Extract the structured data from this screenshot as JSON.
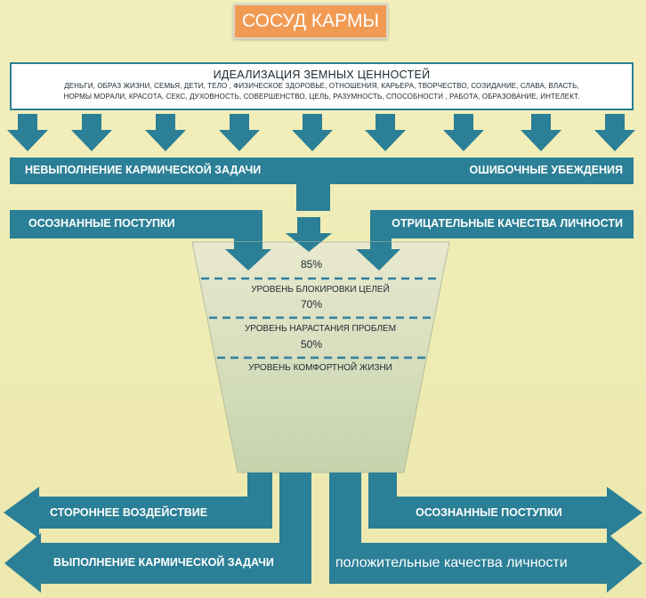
{
  "title": "СОСУД КАРМЫ",
  "idealization": {
    "title": "ИДЕАЛИЗАЦИЯ ЗЕМНЫХ ЦЕННОСТЕЙ",
    "line1": "ДЕНЬГИ,  ОБРАЗ ЖИЗНИ, СЕМЬЯ, ДЕТИ, ТЕЛО , ФИЗИЧЕСКОЕ ЗДОРОВЬЕ, ОТНОШЕНИЯ, КАРЬЕРА, ТВОРЧЕСТВО, СОЗИДАНИЕ, СЛАВА, ВЛАСТЬ,",
    "line2": "НОРМЫ МОРАЛИ, КРАСОТА, СЕКС, ДУХОВНОСТЬ, СОВЕРШЕНСТВО, ЦЕЛЬ, РАЗУМНОСТЬ, СПОСОБНОСТИ , РАБОТА, ОБРАЗОВАНИЕ, ИНТЕЛЕКТ."
  },
  "bar1": {
    "left": "НЕВЫПОЛНЕНИЕ КАРМИЧЕСКОЙ ЗАДАЧИ",
    "right": "ОШИБОЧНЫЕ УБЕЖДЕНИЯ"
  },
  "bar2": {
    "left": "ОСОЗНАННЫЕ ПОСТУПКИ",
    "right": "ОТРИЦАТЕЛЬНЫЕ КАЧЕСТВА ЛИЧНОСТИ"
  },
  "vessel": {
    "levels": [
      {
        "percent": "85%",
        "label": "УРОВЕНЬ БЛОКИРОВКИ ЦЕЛЕЙ"
      },
      {
        "percent": "70%",
        "label": "УРОВЕНЬ НАРАСТАНИЯ ПРОБЛЕМ"
      },
      {
        "percent": "50%",
        "label": "УРОВЕНЬ КОМФОРТНОЙ ЖИЗНИ"
      }
    ]
  },
  "outputs": {
    "left_top": "СТОРОННЕЕ ВОЗДЕЙСТВИЕ",
    "left_bottom": "ВЫПОЛНЕНИЕ КАРМИЧЕСКОЙ ЗАДАЧИ",
    "right_top": "ОСОЗНАННЫЕ ПОСТУПКИ",
    "right_bottom": "положительные качества личности"
  },
  "colors": {
    "teal": "#2b7f96",
    "background": "#f1edb7",
    "title_bg": "#f19a54",
    "vessel_fill": "#d3dcbc",
    "dash": "#2f7fa0"
  }
}
